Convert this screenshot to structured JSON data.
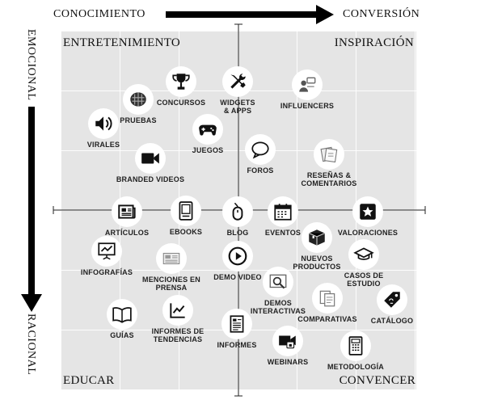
{
  "axes": {
    "top_left": "CONOCIMIENTO",
    "top_right": "CONVERSIÓN",
    "left_top": "EMOCIONAL",
    "left_bottom": "RACIONAL"
  },
  "quadrants": {
    "top_left": "ENTRETENIMIENTO",
    "top_right": "INSPIRACIÓN",
    "bottom_left": "EDUCAR",
    "bottom_right": "CONVENCER"
  },
  "items": [
    {
      "key": "concursos",
      "label": "CONCURSOS",
      "icon": "trophy-icon"
    },
    {
      "key": "widgets",
      "label": "WIDGETS\n& APPS",
      "icon": "tools-icon"
    },
    {
      "key": "influencers",
      "label": "INFLUENCERS",
      "icon": "speaker-person-icon"
    },
    {
      "key": "pruebas",
      "label": "PRUEBAS",
      "icon": "brain-icon"
    },
    {
      "key": "virales",
      "label": "VIRALES",
      "icon": "volume-icon"
    },
    {
      "key": "juegos",
      "label": "JUEGOS",
      "icon": "gamepad-icon"
    },
    {
      "key": "foros",
      "label": "FOROS",
      "icon": "speech-bubble-icon"
    },
    {
      "key": "branded_videos",
      "label": "BRANDED VIDEOS",
      "icon": "video-camera-icon"
    },
    {
      "key": "resenas",
      "label": "RESEÑAS &\nCOMENTARIOS",
      "icon": "notes-icon"
    },
    {
      "key": "articulos",
      "label": "ARTÍCULOS",
      "icon": "newspaper-icon"
    },
    {
      "key": "ebooks",
      "label": "EBOOKS",
      "icon": "ereader-icon"
    },
    {
      "key": "blog",
      "label": "BLOG",
      "icon": "mouse-icon"
    },
    {
      "key": "eventos",
      "label": "EVENTOS",
      "icon": "calendar-icon"
    },
    {
      "key": "valoraciones",
      "label": "VALORACIONES",
      "icon": "star-icon"
    },
    {
      "key": "infografias",
      "label": "INFOGRAFÍAS",
      "icon": "chart-board-icon"
    },
    {
      "key": "menciones",
      "label": "MENCIONES EN\nPRENSA",
      "icon": "press-icon"
    },
    {
      "key": "demo_video",
      "label": "DEMO VIDEO",
      "icon": "play-icon"
    },
    {
      "key": "nuevos_productos",
      "label": "NUEVOS\nPRODUCTOS",
      "icon": "box-icon"
    },
    {
      "key": "casos",
      "label": "CASOS DE\nESTUDIO",
      "icon": "graduation-cap-icon"
    },
    {
      "key": "demos_interactivas",
      "label": "DEMOS\nINTERACTIVAS",
      "icon": "magnifier-screen-icon"
    },
    {
      "key": "comparativas",
      "label": "COMPARATIVAS",
      "icon": "documents-icon"
    },
    {
      "key": "catalogo",
      "label": "CATÁLOGO",
      "icon": "price-tag-icon"
    },
    {
      "key": "guias",
      "label": "GUÍAS",
      "icon": "open-book-icon"
    },
    {
      "key": "informes_tendencias",
      "label": "INFORMES DE\nTENDENCIAS",
      "icon": "line-chart-icon"
    },
    {
      "key": "informes",
      "label": "INFORMES",
      "icon": "report-icon"
    },
    {
      "key": "webinars",
      "label": "WEBINARS",
      "icon": "webcam-lock-icon"
    },
    {
      "key": "metodologia",
      "label": "METODOLOGÍA",
      "icon": "calculator-icon"
    }
  ]
}
